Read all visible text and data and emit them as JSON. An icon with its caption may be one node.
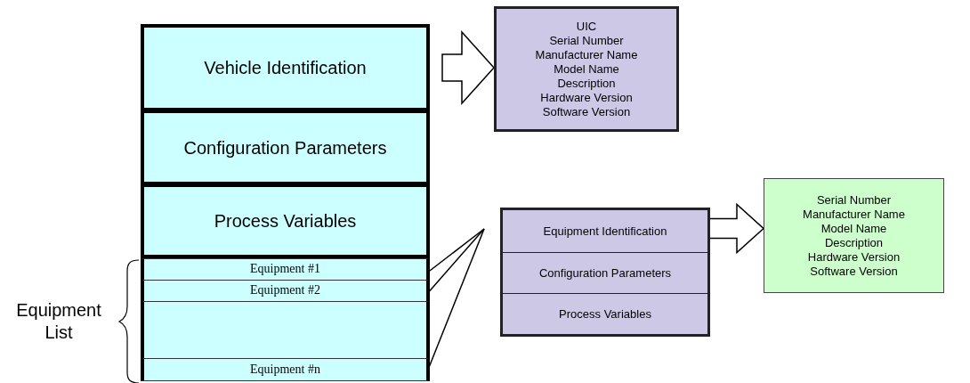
{
  "diagram": {
    "nodes": [
      {
        "text": [
          "Vehicle Identification"
        ]
      },
      {
        "text": [
          "Configuration Parameters"
        ]
      },
      {
        "text": [
          "Process Variables"
        ]
      },
      {
        "text": [
          "Equipment #1"
        ]
      },
      {
        "text": [
          "Equipment #2"
        ]
      },
      {
        "text": [],
        "shape": "box"
      },
      {
        "text": [
          "Equipment #n"
        ]
      },
      {
        "text": [
          "UIC",
          "Serial Number",
          "Manufacturer Name",
          "Model Name",
          "Description",
          "Hardware Version",
          "Software Version"
        ]
      },
      {
        "text": [],
        "shape": "box"
      },
      {
        "text": [
          "Equipment Identification"
        ],
        "in": 8
      },
      {
        "text": [
          "Configuration Parameters"
        ],
        "in": 8
      },
      {
        "text": [
          "Process Variables"
        ],
        "in": 8
      },
      {
        "text": [
          "Serial Number",
          "Manufacturer Name",
          "Model Name",
          "Description",
          "Hardware Version",
          "Software Version"
        ]
      }
    ],
    "edges": [
      {
        "from": 0,
        "to": 7,
        "arrow": "to"
      },
      {
        "from": 9,
        "to": 12,
        "arrow": "to"
      },
      {
        "from": 3,
        "to": 8,
        "arrow": "none"
      },
      {
        "from": 4,
        "to": 8,
        "arrow": "none"
      },
      {
        "from": 6,
        "to": 8,
        "arrow": "none"
      }
    ],
    "labels": [
      "Equipment List"
    ]
  }
}
